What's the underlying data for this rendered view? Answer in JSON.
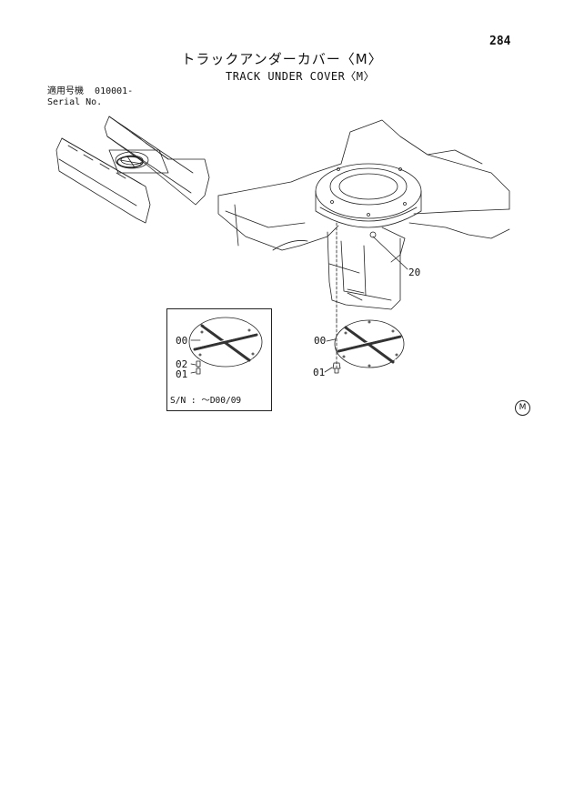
{
  "page_number": "284",
  "title_jp": "トラックアンダーカバー〈M〉",
  "title_en": "TRACK UNDER COVER〈M〉",
  "serial": {
    "label_jp": "適用号機",
    "value": "010001-",
    "label_en": "Serial No."
  },
  "callouts": {
    "c20": "20",
    "c00_main": "00",
    "c01_main": "01",
    "c00_inset": "00",
    "c02_inset": "02",
    "c01_inset": "01"
  },
  "inset_serial": "S/N : ～D00/09",
  "model_mark": "M"
}
